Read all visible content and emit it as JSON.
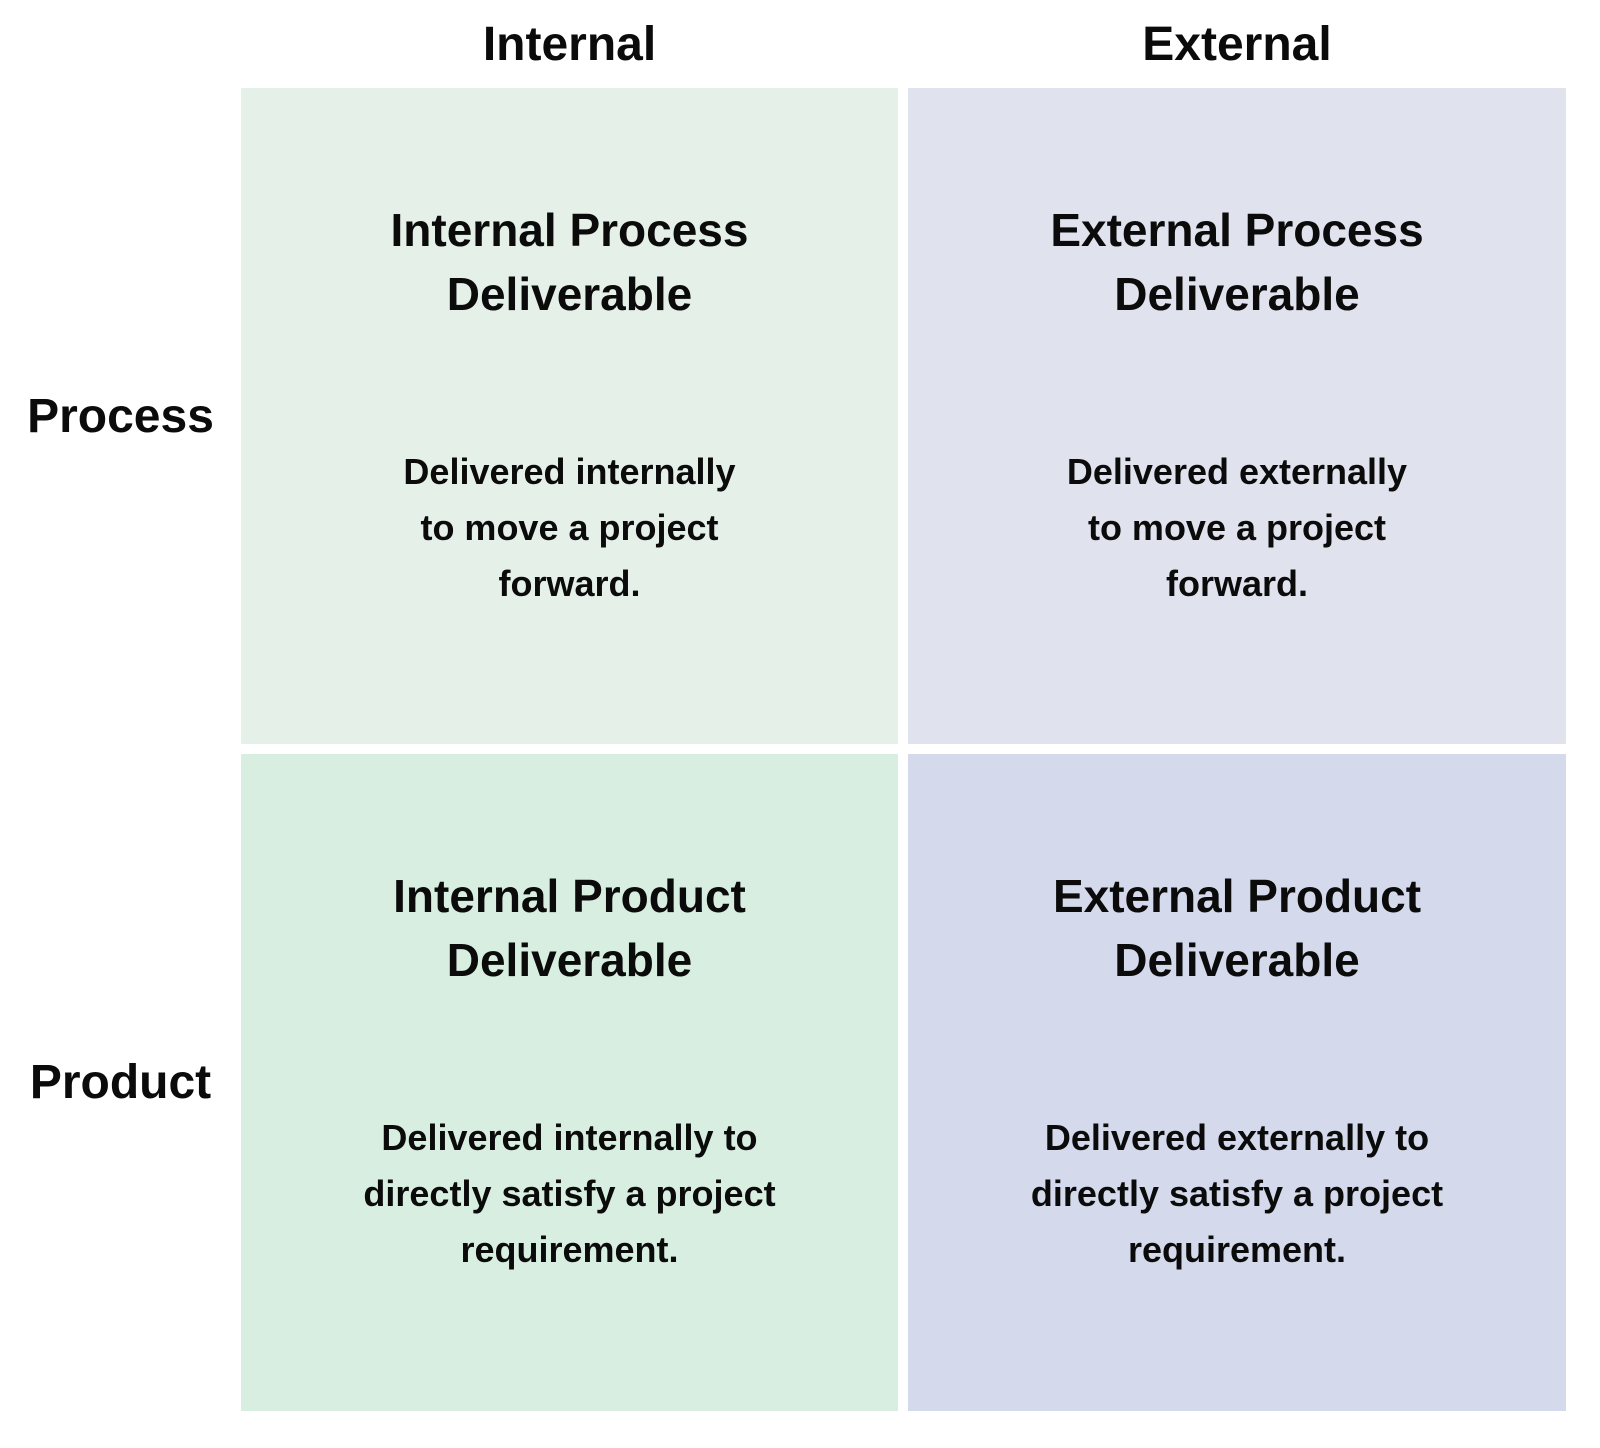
{
  "matrix": {
    "column_headers": {
      "internal": "Internal",
      "external": "External"
    },
    "row_headers": {
      "process": "Process",
      "product": "Product"
    },
    "quadrants": {
      "internal_process": {
        "title": "Internal Process\nDeliverable",
        "description": "Delivered internally\nto move a project\nforward.",
        "bg": "#e5f0e9"
      },
      "external_process": {
        "title": "External Process\nDeliverable",
        "description": "Delivered externally\nto move a project\nforward.",
        "bg": "#e0e3ee"
      },
      "internal_product": {
        "title": "Internal Product\nDeliverable",
        "description": "Delivered internally to\ndirectly satisfy a project\nrequirement.",
        "bg": "#d7eee0"
      },
      "external_product": {
        "title": "External Product\nDeliverable",
        "description": "Delivered externally to\ndirectly satisfy a project\nrequirement.",
        "bg": "#d4d9eb"
      }
    },
    "text_color": "#0b0b0b"
  }
}
